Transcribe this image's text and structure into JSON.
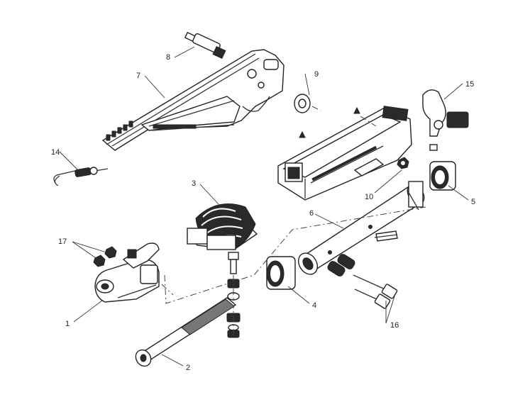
{
  "callouts": {
    "c1": "1",
    "c2": "2",
    "c3": "3",
    "c4": "4",
    "c5": "5",
    "c6": "6",
    "c7": "7",
    "c8": "8",
    "c9": "9",
    "c10": "10",
    "c14": "14",
    "c15": "15",
    "c16": "16",
    "c17": "17"
  },
  "colors": {
    "line": "#333333",
    "fill": "#ffffff",
    "dark": "#2a2a2a"
  }
}
